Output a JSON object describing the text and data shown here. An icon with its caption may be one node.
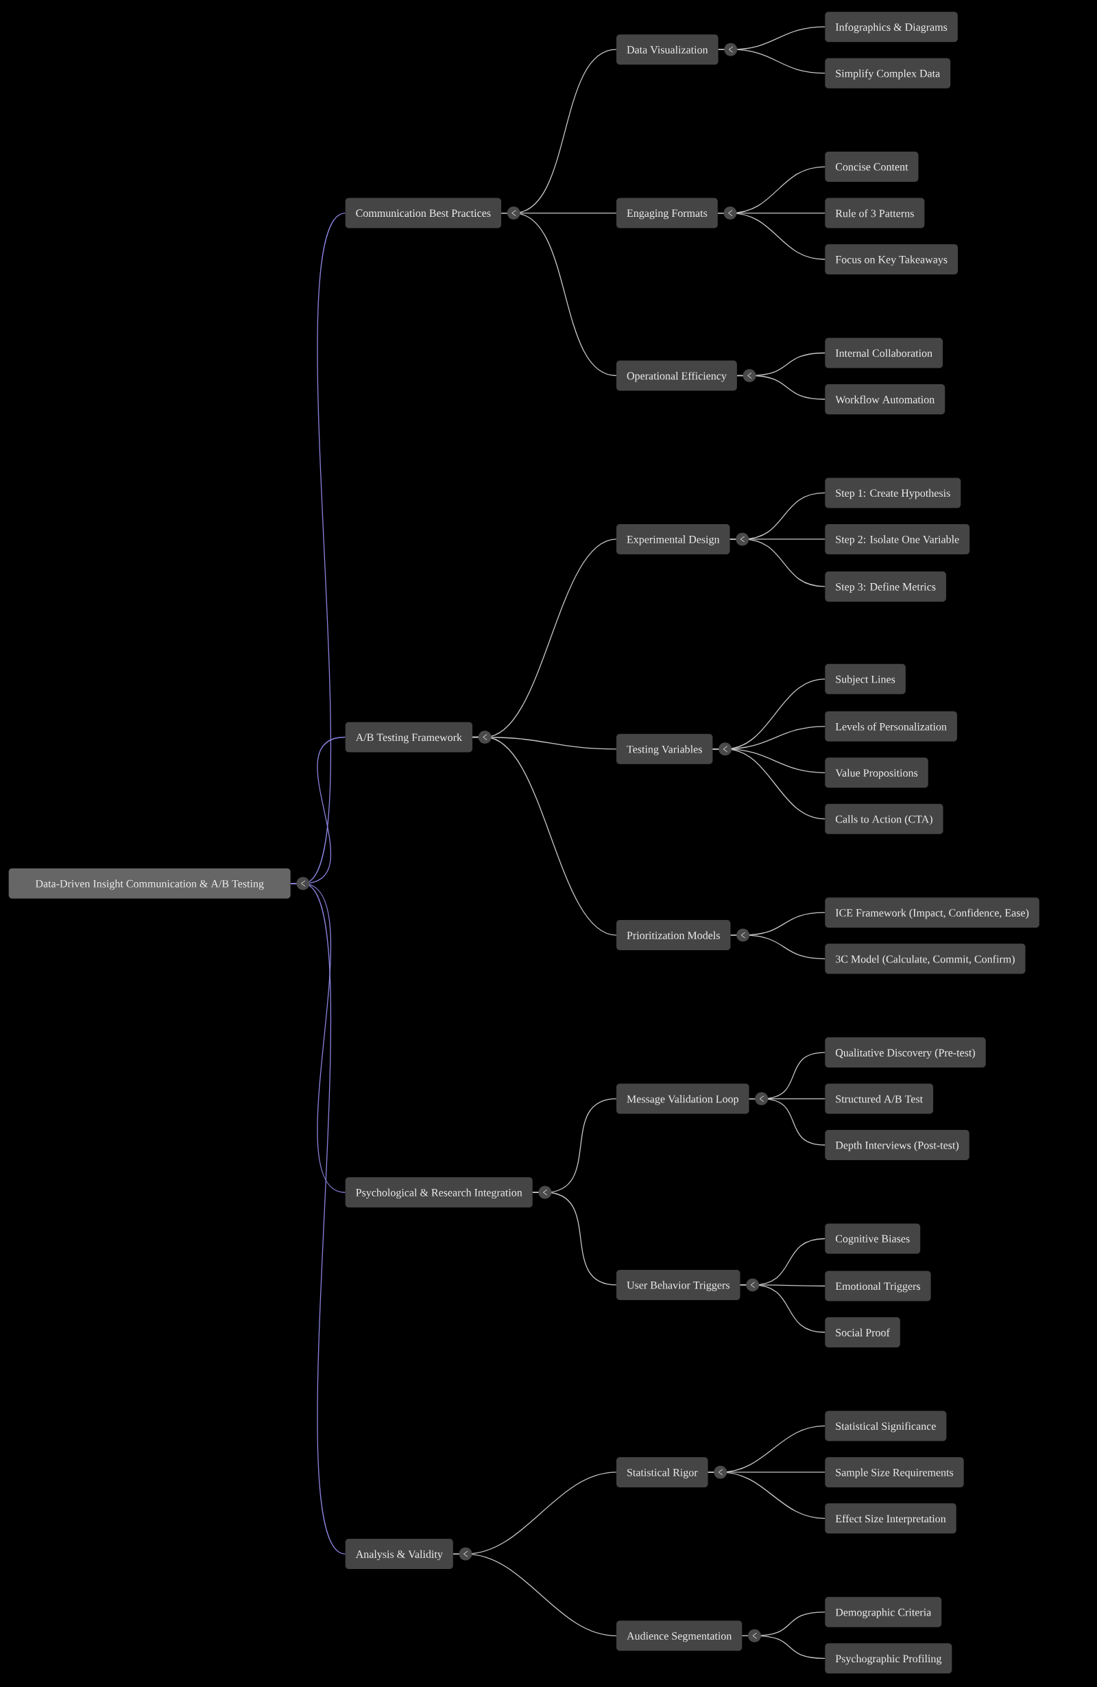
{
  "diagram": {
    "nodes": [
      {
        "text": [
          "Data-Driven Insight Communication & A/B Testing"
        ]
      },
      {
        "text": [
          "Communication Best Practices"
        ]
      },
      {
        "text": [
          "Data Visualization"
        ]
      },
      {
        "text": [
          "Infographics & Diagrams"
        ]
      },
      {
        "text": [
          "Simplify Complex Data"
        ]
      },
      {
        "text": [
          "Engaging Formats"
        ]
      },
      {
        "text": [
          "Concise Content"
        ]
      },
      {
        "text": [
          "Rule of 3 Patterns"
        ]
      },
      {
        "text": [
          "Focus on Key Takeaways"
        ]
      },
      {
        "text": [
          "Operational Efficiency"
        ]
      },
      {
        "text": [
          "Internal Collaboration"
        ]
      },
      {
        "text": [
          "Workflow Automation"
        ]
      },
      {
        "text": [
          "A/B Testing Framework"
        ]
      },
      {
        "text": [
          "Experimental Design"
        ]
      },
      {
        "text": [
          "Step 1: Create Hypothesis"
        ]
      },
      {
        "text": [
          "Step 2: Isolate One Variable"
        ]
      },
      {
        "text": [
          "Step 3: Define Metrics"
        ]
      },
      {
        "text": [
          "Testing Variables"
        ]
      },
      {
        "text": [
          "Subject Lines"
        ]
      },
      {
        "text": [
          "Levels of Personalization"
        ]
      },
      {
        "text": [
          "Value Propositions"
        ]
      },
      {
        "text": [
          "Calls to Action (CTA)"
        ]
      },
      {
        "text": [
          "Prioritization Models"
        ]
      },
      {
        "text": [
          "ICE Framework (Impact, Confidence, Ease)"
        ]
      },
      {
        "text": [
          "3C Model (Calculate, Commit, Confirm)"
        ]
      },
      {
        "text": [
          "Psychological & Research Integration"
        ]
      },
      {
        "text": [
          "Message Validation Loop"
        ]
      },
      {
        "text": [
          "Qualitative Discovery (Pre-test)"
        ]
      },
      {
        "text": [
          "Structured A/B Test"
        ]
      },
      {
        "text": [
          "Depth Interviews (Post-test)"
        ]
      },
      {
        "text": [
          "User Behavior Triggers"
        ]
      },
      {
        "text": [
          "Cognitive Biases"
        ]
      },
      {
        "text": [
          "Emotional Triggers"
        ]
      },
      {
        "text": [
          "Social Proof"
        ]
      },
      {
        "text": [
          "Analysis & Validity"
        ]
      },
      {
        "text": [
          "Statistical Rigor"
        ]
      },
      {
        "text": [
          "Statistical Significance"
        ]
      },
      {
        "text": [
          "Sample Size Requirements"
        ]
      },
      {
        "text": [
          "Effect Size Interpretation"
        ]
      },
      {
        "text": [
          "Audience Segmentation"
        ]
      },
      {
        "text": [
          "Demographic Criteria"
        ]
      },
      {
        "text": [
          "Psychographic Profiling"
        ]
      }
    ],
    "edges": [
      {
        "from": 0,
        "to": 1,
        "arrow": "none",
        "color": "#8c84e0"
      },
      {
        "from": 1,
        "to": 2,
        "arrow": "none"
      },
      {
        "from": 2,
        "to": 3,
        "arrow": "none"
      },
      {
        "from": 2,
        "to": 4,
        "arrow": "none"
      },
      {
        "from": 1,
        "to": 5,
        "arrow": "none"
      },
      {
        "from": 5,
        "to": 6,
        "arrow": "none"
      },
      {
        "from": 5,
        "to": 7,
        "arrow": "none"
      },
      {
        "from": 5,
        "to": 8,
        "arrow": "none"
      },
      {
        "from": 1,
        "to": 9,
        "arrow": "none"
      },
      {
        "from": 9,
        "to": 10,
        "arrow": "none"
      },
      {
        "from": 9,
        "to": 11,
        "arrow": "none"
      },
      {
        "from": 0,
        "to": 12,
        "arrow": "none",
        "color": "#8c84e0"
      },
      {
        "from": 12,
        "to": 13,
        "arrow": "none"
      },
      {
        "from": 13,
        "to": 14,
        "arrow": "none"
      },
      {
        "from": 13,
        "to": 15,
        "arrow": "none"
      },
      {
        "from": 13,
        "to": 16,
        "arrow": "none"
      },
      {
        "from": 12,
        "to": 17,
        "arrow": "none"
      },
      {
        "from": 17,
        "to": 18,
        "arrow": "none"
      },
      {
        "from": 17,
        "to": 19,
        "arrow": "none"
      },
      {
        "from": 17,
        "to": 20,
        "arrow": "none"
      },
      {
        "from": 17,
        "to": 21,
        "arrow": "none"
      },
      {
        "from": 12,
        "to": 22,
        "arrow": "none"
      },
      {
        "from": 22,
        "to": 23,
        "arrow": "none"
      },
      {
        "from": 22,
        "to": 24,
        "arrow": "none"
      },
      {
        "from": 0,
        "to": 25,
        "arrow": "none",
        "color": "#8c84e0"
      },
      {
        "from": 25,
        "to": 26,
        "arrow": "none"
      },
      {
        "from": 26,
        "to": 27,
        "arrow": "none"
      },
      {
        "from": 26,
        "to": 28,
        "arrow": "none"
      },
      {
        "from": 26,
        "to": 29,
        "arrow": "none"
      },
      {
        "from": 25,
        "to": 30,
        "arrow": "none"
      },
      {
        "from": 30,
        "to": 31,
        "arrow": "none"
      },
      {
        "from": 30,
        "to": 32,
        "arrow": "none"
      },
      {
        "from": 30,
        "to": 33,
        "arrow": "none"
      },
      {
        "from": 0,
        "to": 34,
        "arrow": "none",
        "color": "#8c84e0"
      },
      {
        "from": 34,
        "to": 35,
        "arrow": "none"
      },
      {
        "from": 35,
        "to": 36,
        "arrow": "none"
      },
      {
        "from": 35,
        "to": 37,
        "arrow": "none"
      },
      {
        "from": 35,
        "to": 38,
        "arrow": "none"
      },
      {
        "from": 34,
        "to": 39,
        "arrow": "none"
      },
      {
        "from": 39,
        "to": 40,
        "arrow": "none"
      },
      {
        "from": 39,
        "to": 41,
        "arrow": "none"
      }
    ]
  }
}
